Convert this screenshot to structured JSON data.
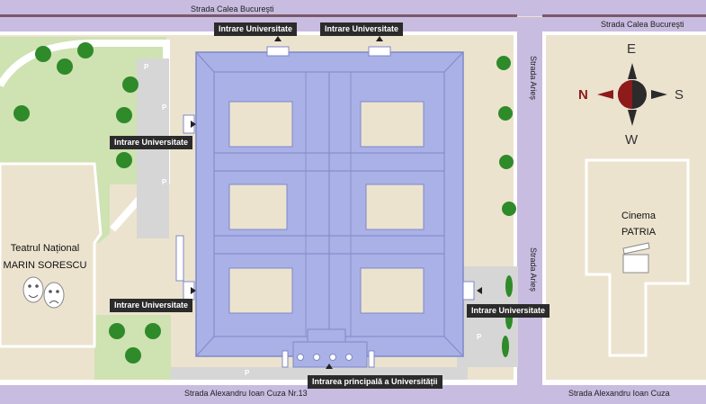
{
  "streets": {
    "top": "Strada Calea Bucureşti",
    "top_right": "Strada Calea Bucureşti",
    "bottom": "Strada Alexandru Ioan Cuza Nr.13",
    "bottom_right": "Strada Alexandru Ioan Cuza",
    "aries_upper": "Strada Arieș",
    "aries_lower": "Strada Arieș"
  },
  "entrances": {
    "top_left": "Intrare Universitate",
    "top_right": "Intrare Universitate",
    "west_upper": "Intrare Universitate",
    "west_lower": "Intrare Universitate",
    "east": "Intrare Universitate",
    "main": "Intrarea principală a Universității"
  },
  "landmarks": {
    "theatre_line1": "Teatrul Național",
    "theatre_line2": "MARIN SORESCU",
    "cinema_line1": "Cinema",
    "cinema_line2": "PATRIA"
  },
  "parking": [
    "P",
    "P",
    "P",
    "P",
    "P"
  ],
  "compass": {
    "north": "N",
    "south": "S",
    "east": "E",
    "west": "W"
  },
  "colors": {
    "building": "#a9b1e6",
    "road_purple": "#c8bce0",
    "park_green": "#cfe2b2",
    "tree": "#2f8a2a",
    "compass_red": "#8e1a1a"
  }
}
